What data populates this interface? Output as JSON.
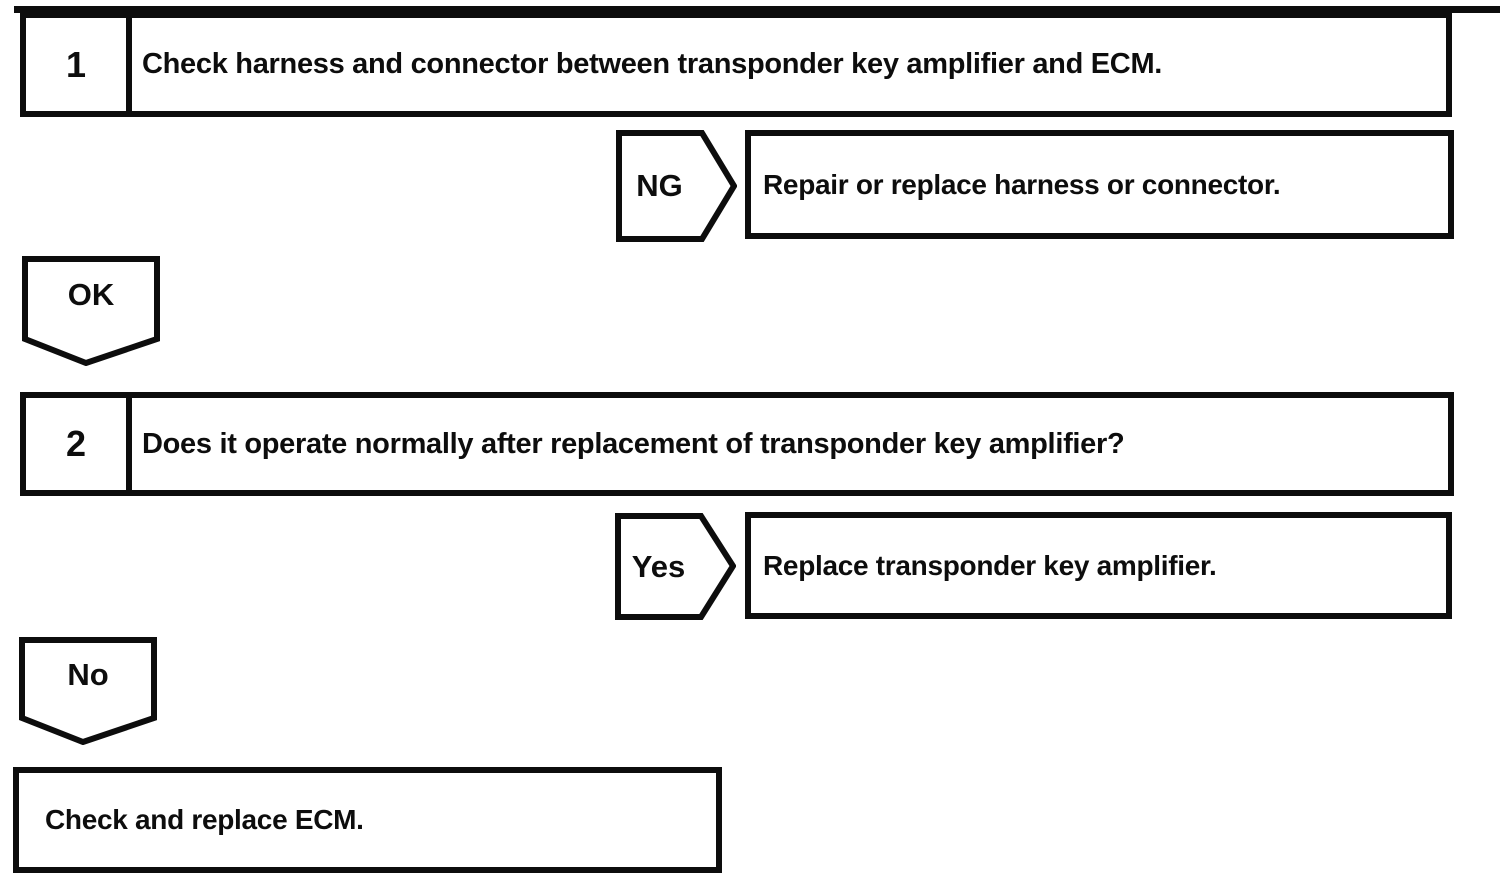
{
  "page": {
    "background": "#ffffff",
    "ink": "#0d0d0d"
  },
  "flowchart": {
    "steps": [
      {
        "number": "1",
        "question": "Check harness and connector between transponder key amplifier and ECM.",
        "branch_label": "NG",
        "branch_action": "Repair or replace harness or connector.",
        "continue_label": "OK"
      },
      {
        "number": "2",
        "question": "Does it operate normally after replacement of transponder key amplifier?",
        "branch_label": "Yes",
        "branch_action": "Replace transponder key amplifier.",
        "continue_label": "No"
      }
    ],
    "final_action": "Check and replace ECM."
  }
}
